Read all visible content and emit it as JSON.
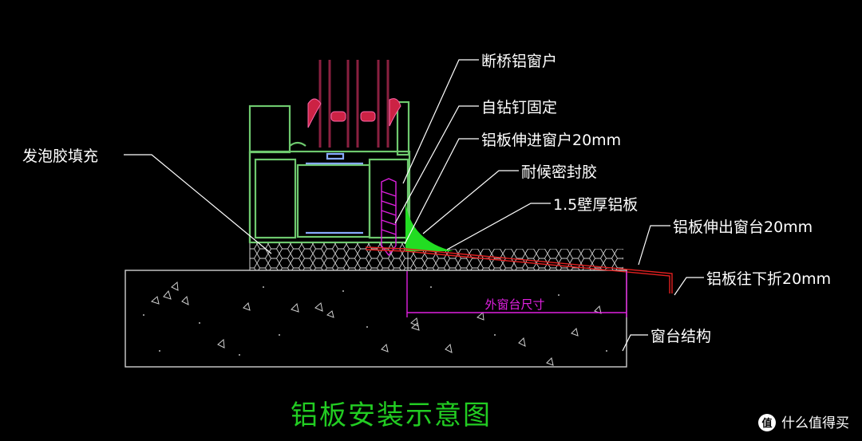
{
  "labels": {
    "window": "断桥铝窗户",
    "screw": "自钻钉固定",
    "plate_in": "铝板伸进窗户20mm",
    "sealant": "耐候密封胶",
    "plate_thickness": "1.5壁厚铝板",
    "plate_out": "铝板伸出窗台20mm",
    "plate_fold": "铝板往下折20mm",
    "foam": "发泡胶填充",
    "sill": "窗台结构",
    "dimension": "外窗台尺寸"
  },
  "title": "铝板安装示意图",
  "watermark": "什么值得买",
  "colors": {
    "frame": "#6ec96e",
    "plate": "#e02020",
    "dimension": "#e020e0",
    "sealant": "#22dd22",
    "glass": "#8a2040",
    "leader": "#ffffff",
    "title": "#22cc22"
  }
}
